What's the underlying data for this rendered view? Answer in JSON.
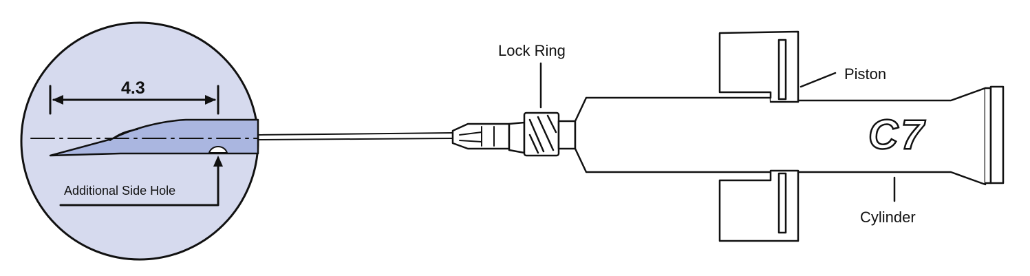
{
  "labels": {
    "lock_ring": "Lock Ring",
    "piston": "Piston",
    "cylinder": "Cylinder",
    "side_hole": "Additional Side Hole",
    "dimension": "4.3",
    "brand": "C7"
  },
  "colors": {
    "line": "#111111",
    "magnifier_fill": "#d6daee",
    "needle_fill": "#aab6e0",
    "background": "#ffffff"
  }
}
